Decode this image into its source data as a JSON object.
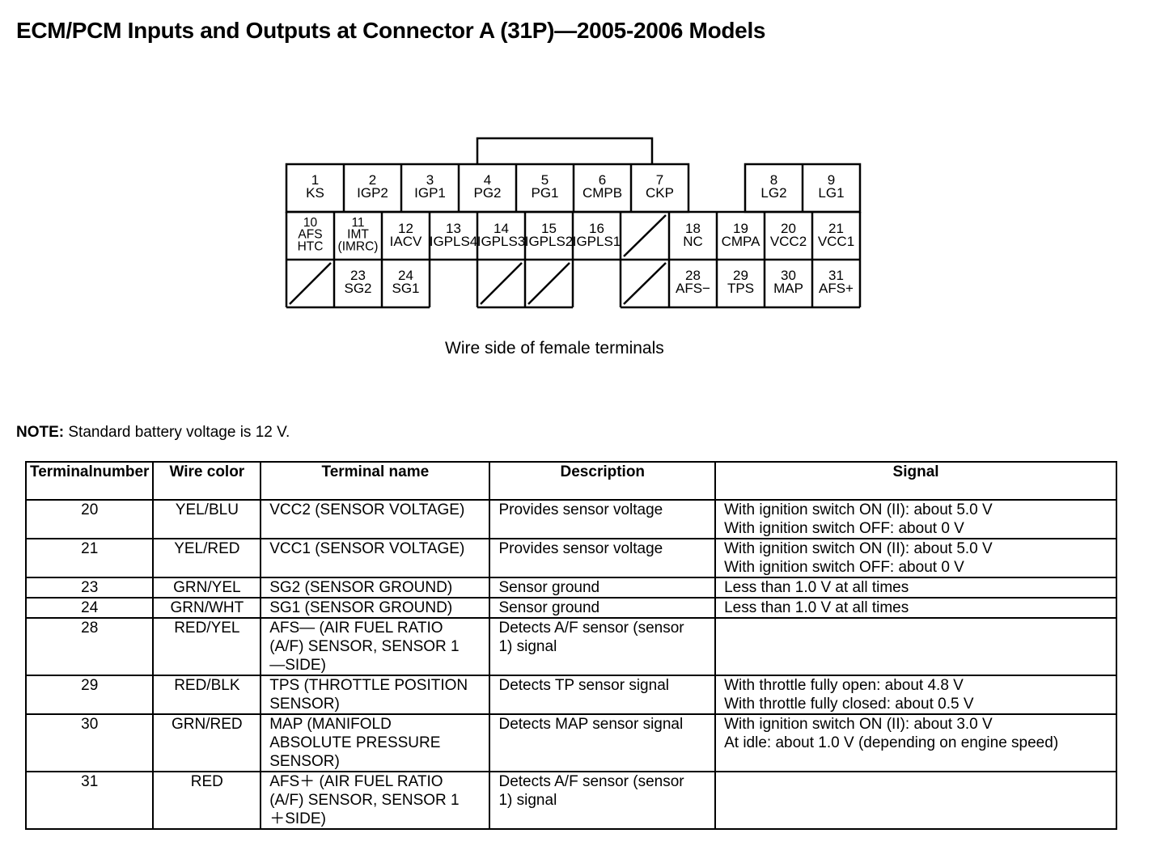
{
  "title": "ECM/PCM Inputs and Outputs at Connector A (31P)—2005-2006 Models",
  "connector": {
    "caption": "Wire side of female terminals",
    "row1": [
      {
        "num": "1",
        "label": "KS"
      },
      {
        "num": "2",
        "label": "IGP2"
      },
      {
        "num": "3",
        "label": "IGP1"
      },
      {
        "num": "4",
        "label": "PG2"
      },
      {
        "num": "5",
        "label": "PG1"
      },
      {
        "num": "6",
        "label": "CMPB"
      },
      {
        "num": "7",
        "label": "CKP"
      },
      {
        "num": "8",
        "label": "LG2"
      },
      {
        "num": "9",
        "label": "LG1"
      }
    ],
    "row2": [
      {
        "num": "10",
        "label": "AFS\nHTC"
      },
      {
        "num": "11",
        "label": "IMT\n(IMRC)"
      },
      {
        "num": "12",
        "label": "IACV"
      },
      {
        "num": "13",
        "label": "IGPLS4"
      },
      {
        "num": "14",
        "label": "IGPLS3"
      },
      {
        "num": "15",
        "label": "IGPLS2"
      },
      {
        "num": "16",
        "label": "IGPLS1"
      },
      {
        "num": "18",
        "label": "NC"
      },
      {
        "num": "19",
        "label": "CMPA"
      },
      {
        "num": "20",
        "label": "VCC2"
      },
      {
        "num": "21",
        "label": "VCC1"
      }
    ],
    "row3": [
      {
        "num": "23",
        "label": "SG2"
      },
      {
        "num": "24",
        "label": "SG1"
      },
      {
        "num": "28",
        "label": "AFS−"
      },
      {
        "num": "29",
        "label": "TPS"
      },
      {
        "num": "30",
        "label": "MAP"
      },
      {
        "num": "31",
        "label": "AFS+"
      }
    ]
  },
  "note": {
    "label": "NOTE:",
    "text": " Standard battery voltage is 12 V."
  },
  "table": {
    "headers": [
      "Terminal\nnumber",
      "Wire color",
      "Terminal name",
      "Description",
      "Signal"
    ],
    "rows": [
      {
        "num": "20",
        "color": "YEL/BLU",
        "name": "VCC2 (SENSOR VOLTAGE)",
        "desc": "Provides sensor voltage",
        "signal": "With ignition switch ON (II): about 5.0 V\nWith ignition switch OFF: about 0 V"
      },
      {
        "num": "21",
        "color": "YEL/RED",
        "name": "VCC1 (SENSOR VOLTAGE)",
        "desc": "Provides sensor voltage",
        "signal": "With ignition switch ON (II): about 5.0 V\nWith ignition switch OFF: about 0 V"
      },
      {
        "num": "23",
        "color": "GRN/YEL",
        "name": "SG2 (SENSOR GROUND)",
        "desc": "Sensor ground",
        "signal": "Less than 1.0 V at all times"
      },
      {
        "num": "24",
        "color": "GRN/WHT",
        "name": "SG1 (SENSOR GROUND)",
        "desc": "Sensor ground",
        "signal": "Less than 1.0 V at all times"
      },
      {
        "num": "28",
        "color": "RED/YEL",
        "name": "AFS— (AIR FUEL RATIO\n(A/F) SENSOR, SENSOR 1\n—SIDE)",
        "desc": "Detects A/F sensor (sensor\n1) signal",
        "signal": ""
      },
      {
        "num": "29",
        "color": "RED/BLK",
        "name": "TPS (THROTTLE POSITION\nSENSOR)",
        "desc": "Detects TP sensor signal",
        "signal": "With throttle fully open: about 4.8 V\nWith throttle fully closed: about 0.5 V"
      },
      {
        "num": "30",
        "color": "GRN/RED",
        "name": "MAP (MANIFOLD\nABSOLUTE PRESSURE\nSENSOR)",
        "desc": "Detects MAP sensor signal",
        "signal": "With ignition switch ON (II): about 3.0 V\nAt idle: about 1.0 V (depending on engine speed)"
      },
      {
        "num": "31",
        "color": "RED",
        "name": "AFS＋ (AIR FUEL RATIO\n(A/F) SENSOR, SENSOR 1\n＋SIDE)",
        "desc": "Detects A/F sensor (sensor\n1) signal",
        "signal": ""
      }
    ]
  }
}
